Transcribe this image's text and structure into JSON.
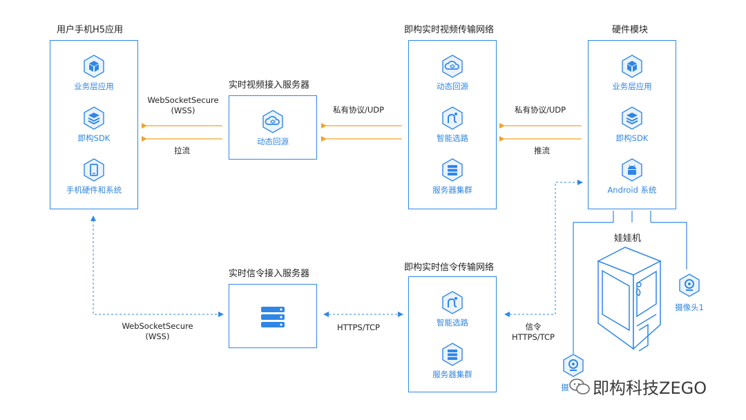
{
  "nodes": {
    "h5_app": {
      "title": "用户手机H5应用",
      "items": [
        {
          "label": "业务层应用",
          "icon": "cube-icon"
        },
        {
          "label": "即构SDK",
          "icon": "layers-icon"
        },
        {
          "label": "手机硬件和系统",
          "icon": "phone-icon"
        }
      ]
    },
    "video_access_server": {
      "title": "实时视频接入服务器",
      "items": [
        {
          "label": "动态回源",
          "icon": "cloud-icon"
        }
      ]
    },
    "video_network": {
      "title": "即构实时视频传输网络",
      "items": [
        {
          "label": "动态回源",
          "icon": "cloud-icon"
        },
        {
          "label": "智能选路",
          "icon": "route-icon"
        },
        {
          "label": "服务器集群",
          "icon": "server-icon"
        }
      ]
    },
    "hardware_module": {
      "title": "硬件模块",
      "items": [
        {
          "label": "业务层应用",
          "icon": "cube-icon"
        },
        {
          "label": "即构SDK",
          "icon": "layers-icon"
        },
        {
          "label": "Android 系统",
          "icon": "android-icon"
        }
      ]
    },
    "signal_access_server": {
      "title": "实时信令接入服务器",
      "icon": "server-stack-icon"
    },
    "signal_network": {
      "title": "即构实时信令传输网络",
      "items": [
        {
          "label": "智能选路",
          "icon": "route-icon"
        },
        {
          "label": "服务器集群",
          "icon": "server-icon"
        }
      ]
    },
    "claw_machine": {
      "title": "娃娃机"
    },
    "camera1": {
      "label": "摄像头1",
      "icon": "camera-icon"
    },
    "camera2": {
      "label": "摄",
      "icon": "camera-icon"
    }
  },
  "edges": {
    "wss_top": {
      "line1": "WebSocketSecure",
      "line2": "(WSS)"
    },
    "pull_stream": "拉流",
    "private_udp_1": "私有协议/UDP",
    "private_udp_2": "私有协议/UDP",
    "push_stream": "推流",
    "wss_bottom": {
      "line1": "WebSocketSecure",
      "line2": "(WSS)"
    },
    "https_tcp": "HTTPS/TCP",
    "signal": {
      "line1": "信令",
      "line2": "HTTPS/TCP"
    }
  },
  "watermark": "即构科技ZEGO",
  "colors": {
    "accent": "#2f86e6",
    "arrow": "#f0a328"
  }
}
